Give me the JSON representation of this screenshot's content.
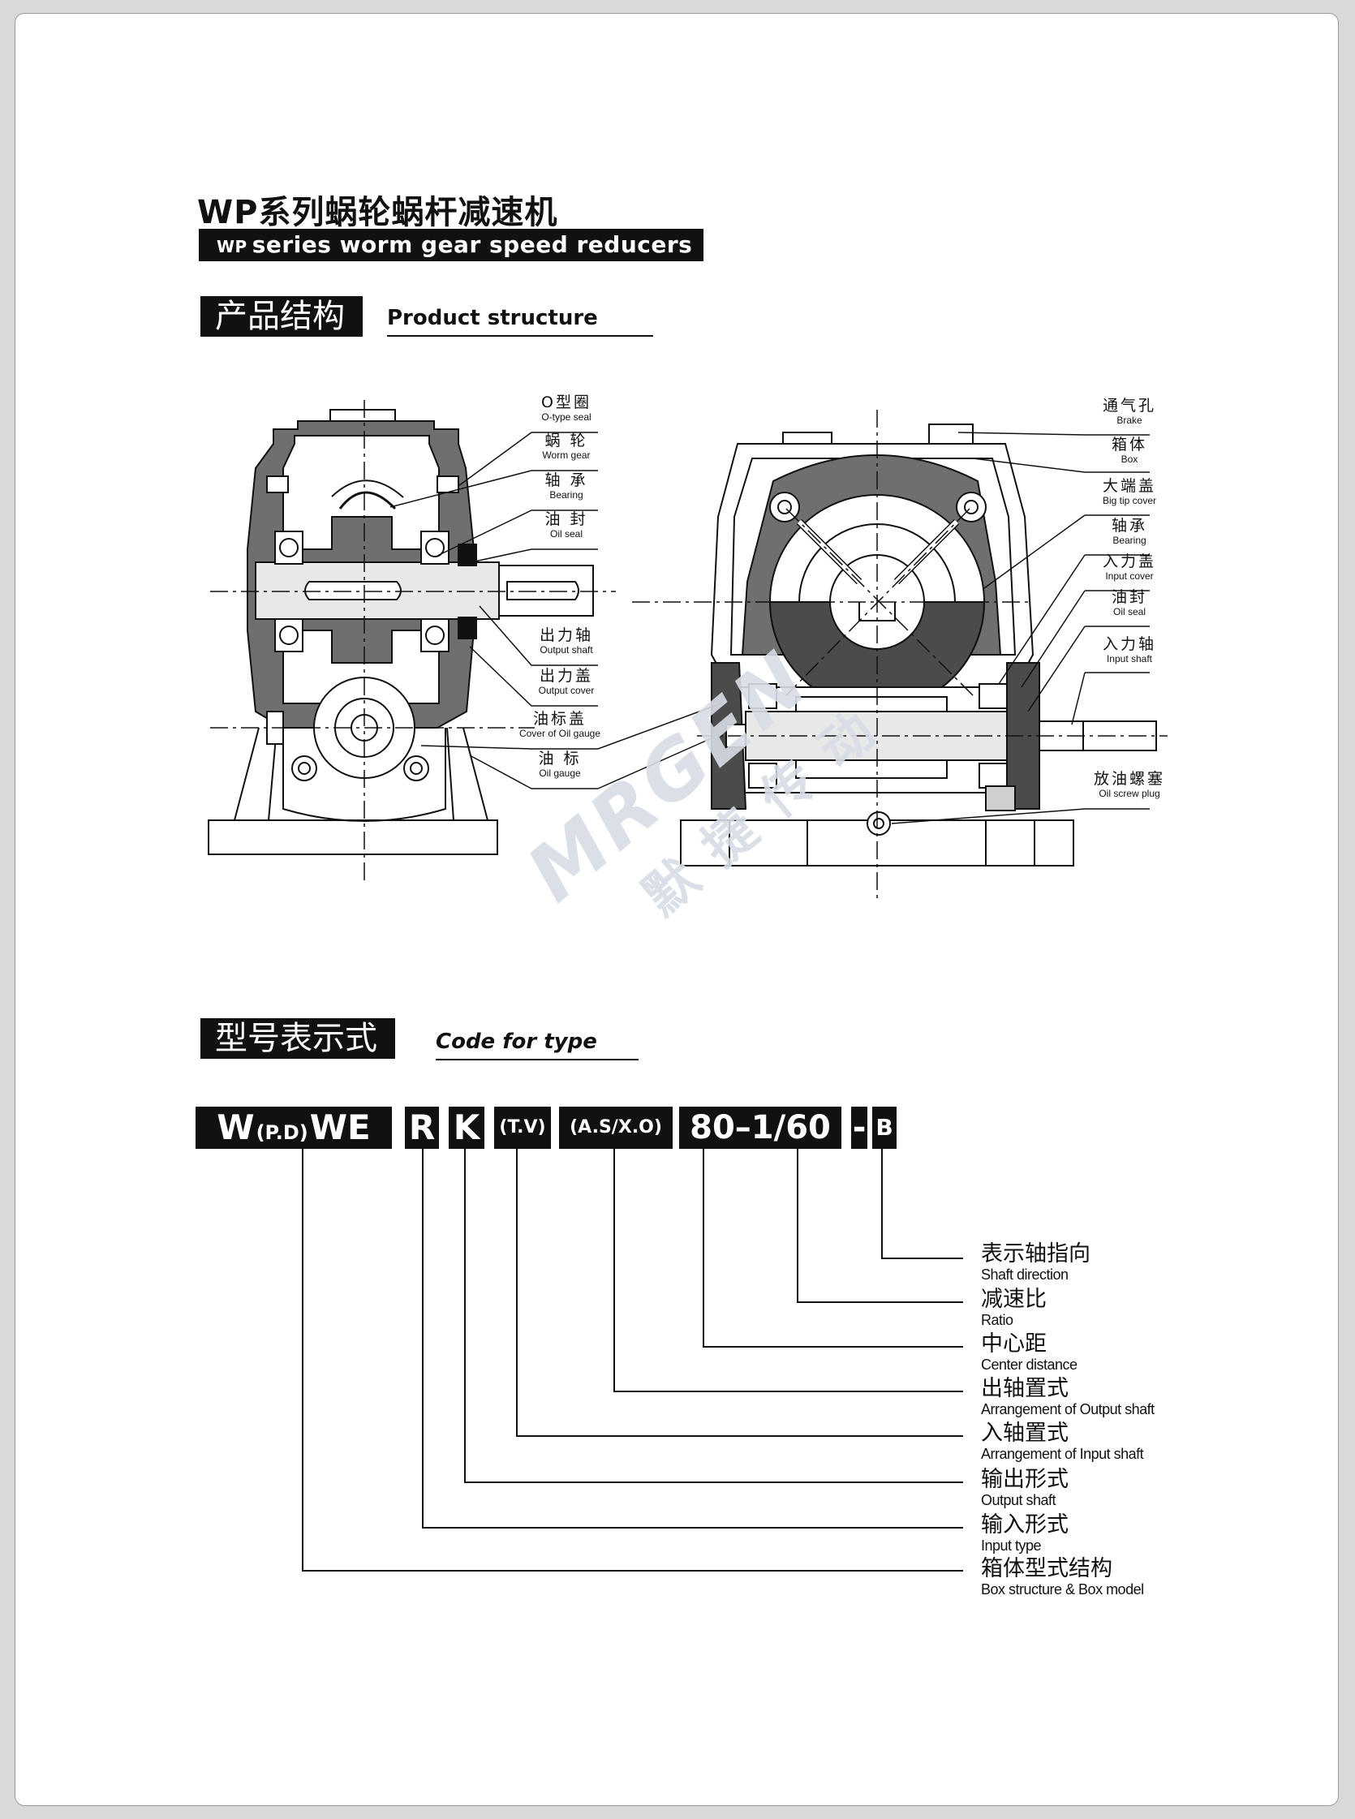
{
  "header": {
    "title_cn": "WP系列蜗轮蜗杆减速机",
    "title_en_prefix": "WP",
    "title_en": "series worm gear speed reducers"
  },
  "structure": {
    "heading_cn": "产品结构",
    "heading_en": "Product structure",
    "left_labels": [
      {
        "cn": "O型圈",
        "en": "O-type seal"
      },
      {
        "cn": "蜗 轮",
        "en": "Worm gear"
      },
      {
        "cn": "轴 承",
        "en": "Bearing"
      },
      {
        "cn": "油 封",
        "en": "Oil seal"
      },
      {
        "cn": "出力轴",
        "en": "Output shaft"
      },
      {
        "cn": "出力盖",
        "en": "Output cover"
      },
      {
        "cn": "油标盖",
        "en": "Cover of Oil gauge"
      },
      {
        "cn": "油 标",
        "en": "Oil gauge"
      }
    ],
    "right_labels": [
      {
        "cn": "通气孔",
        "en": "Brake"
      },
      {
        "cn": "箱体",
        "en": "Box"
      },
      {
        "cn": "大端盖",
        "en": "Big tip cover"
      },
      {
        "cn": "轴承",
        "en": "Bearing"
      },
      {
        "cn": "入力盖",
        "en": "Input cover"
      },
      {
        "cn": "油封",
        "en": "Oil seal"
      },
      {
        "cn": "入力轴",
        "en": "Input shaft"
      },
      {
        "cn": "放油螺塞",
        "en": "Oil screw plug"
      }
    ]
  },
  "code": {
    "heading_cn": "型号表示式",
    "heading_en": "Code for type",
    "segments": [
      "W",
      "(P.D)",
      "WE",
      "R",
      "K",
      "(T.V)",
      "(A.S/X.O)",
      "80–1/60",
      "-",
      "B"
    ],
    "legend": [
      {
        "cn": "表示轴指向",
        "en": "Shaft direction"
      },
      {
        "cn": "减速比",
        "en": "Ratio"
      },
      {
        "cn": "中心距",
        "en": "Center distance"
      },
      {
        "cn": "出轴置式",
        "en": "Arrangement of Output shaft"
      },
      {
        "cn": "入轴置式",
        "en": "Arrangement of Input shaft"
      },
      {
        "cn": "输出形式",
        "en": "Output shaft"
      },
      {
        "cn": "输入形式",
        "en": "Input type"
      },
      {
        "cn": "箱体型式结构",
        "en": "Box structure & Box model"
      }
    ]
  },
  "watermark": {
    "en": "MRGEN",
    "cn": "默捷传动"
  }
}
